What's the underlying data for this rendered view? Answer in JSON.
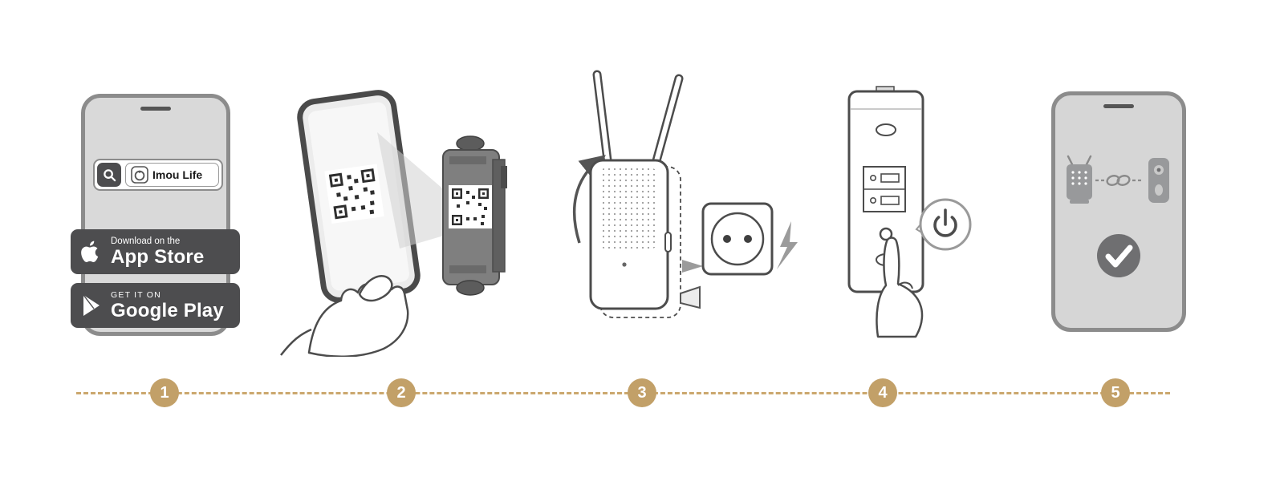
{
  "step1": {
    "search": {
      "app_name": "Imou Life"
    },
    "badges": {
      "app_store": {
        "line1": "Download on the",
        "line2": "App Store"
      },
      "google_play": {
        "line1": "GET IT ON",
        "line2": "Google Play"
      }
    }
  },
  "timeline": {
    "steps": [
      {
        "number": "1"
      },
      {
        "number": "2"
      },
      {
        "number": "3"
      },
      {
        "number": "4"
      },
      {
        "number": "5"
      }
    ]
  },
  "colors": {
    "accent": "#C2A068",
    "badge_background": "#4D4D4F",
    "phone_fill": "#D9D9D9",
    "illustration_stroke": "#4C4C4C",
    "success_circle": "#6F6F71"
  },
  "icons": {
    "search_icon": "magnifier",
    "imou_app_icon": "imou-logo",
    "apple_icon": "apple-logo",
    "google_play_icon": "play-triangle",
    "qr_code_icon": "qr-code",
    "scan_beam": "light-beam",
    "antenna_arrows": "curved-arrow",
    "power_socket_icon": "eu-socket",
    "lightning_icon": "lightning-bolt",
    "power_icon": "power-symbol",
    "link_icon": "chain-link",
    "check_icon": "checkmark"
  }
}
